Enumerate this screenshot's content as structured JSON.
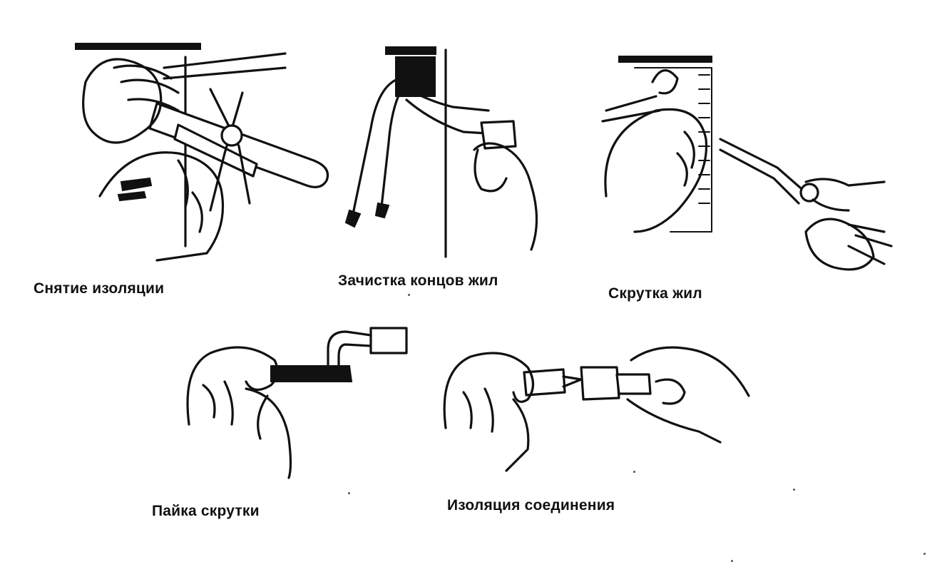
{
  "steps": [
    {
      "id": "stripping",
      "caption": "Снятие изоляции"
    },
    {
      "id": "cleaning",
      "caption": "Зачистка концов жил"
    },
    {
      "id": "twisting",
      "caption": "Скрутка жил"
    },
    {
      "id": "soldering",
      "caption": "Пайка скрутки"
    },
    {
      "id": "insulating",
      "caption": "Изоляция соединения"
    }
  ]
}
